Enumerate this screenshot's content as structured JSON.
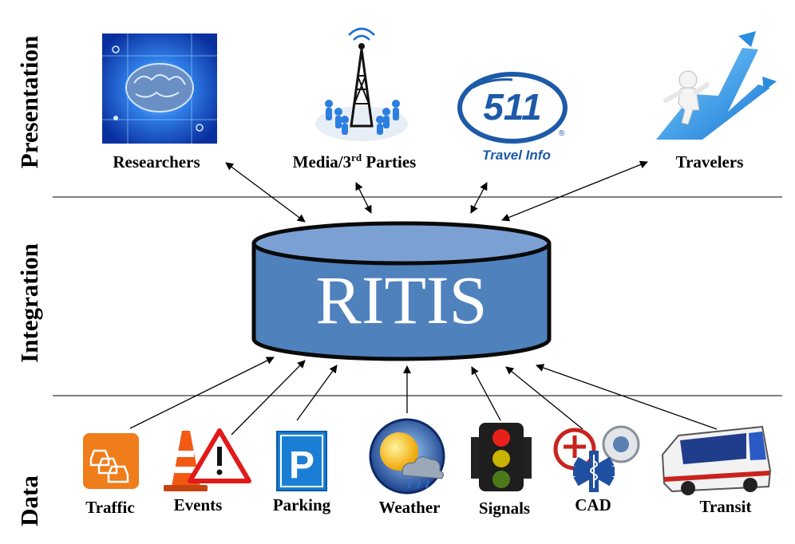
{
  "layers": {
    "presentation": "Presentation",
    "integration": "Integration",
    "data": "Data"
  },
  "core": {
    "label": "RITIS"
  },
  "presentation_nodes": {
    "researchers": "Researchers",
    "media_prefix": "Media/3",
    "media_sup": "rd",
    "media_suffix": " Parties",
    "travel_info": "Travel Info",
    "travelers": "Travelers"
  },
  "badge_511": "511",
  "badge_mark": "®",
  "data_nodes": {
    "traffic": "Traffic",
    "events": "Events",
    "parking": "Parking",
    "parking_letter": "P",
    "weather": "Weather",
    "signals": "Signals",
    "cad": "CAD",
    "transit": "Transit"
  },
  "colors": {
    "cylinder_fill": "#4f81bd",
    "cylinder_top": "#7ba0d4",
    "cylinder_stroke": "#0a0a0a",
    "traffic_orange": "#f07d1b",
    "parking_blue": "#1a7fd4",
    "badge_blue": "#1d5aa8"
  }
}
